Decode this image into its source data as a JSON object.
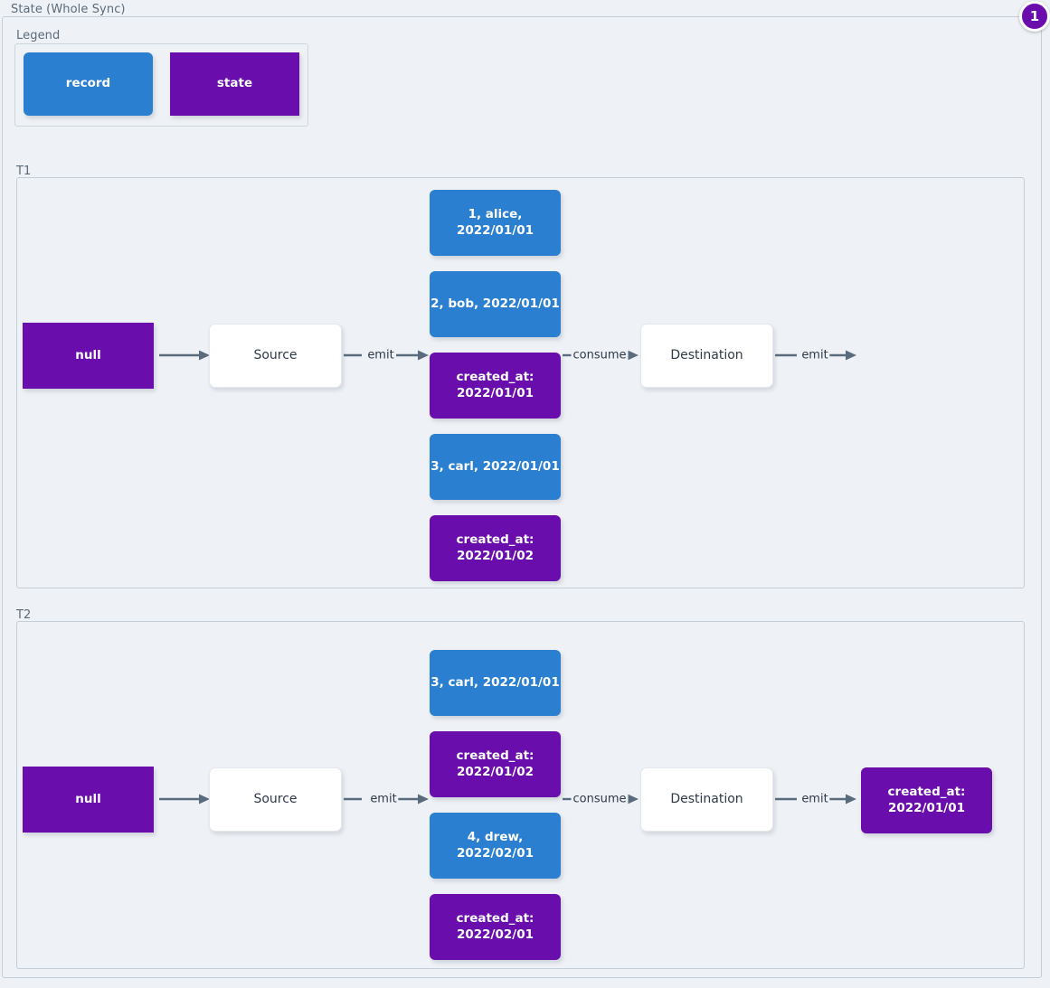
{
  "diagram": {
    "title": "State (Whole Sync)",
    "badge": "1",
    "colors": {
      "record": "#2a7fd0",
      "state": "#6a0dad",
      "process": "#ffffff",
      "edge": "#5a6b7d",
      "background": "#eef1f5",
      "border": "#c3ced9"
    }
  },
  "legend": {
    "label": "Legend",
    "items": [
      {
        "name": "record",
        "label": "record",
        "color": "#2a7fd0"
      },
      {
        "name": "state",
        "label": "state",
        "color": "#6a0dad"
      }
    ]
  },
  "sections": [
    {
      "id": "T1",
      "label": "T1",
      "nodes": {
        "initial_state": "null",
        "source": "Source",
        "destination": "Destination",
        "final_state": ""
      },
      "edges": {
        "state_to_source": "",
        "source_to_messages": "emit",
        "messages_to_destination": "consume",
        "destination_to_final": "emit"
      },
      "messages": [
        {
          "type": "record",
          "text": "1, alice, 2022/01/01"
        },
        {
          "type": "record",
          "text": "2, bob, 2022/01/01"
        },
        {
          "type": "state",
          "text": "created_at:\n2022/01/01"
        },
        {
          "type": "record",
          "text": "3, carl, 2022/01/01"
        },
        {
          "type": "state",
          "text": "created_at:\n2022/01/02"
        }
      ]
    },
    {
      "id": "T2",
      "label": "T2",
      "nodes": {
        "initial_state": "null",
        "source": "Source",
        "destination": "Destination",
        "final_state": "created_at:\n2022/01/01"
      },
      "edges": {
        "state_to_source": "",
        "source_to_messages": "emit",
        "messages_to_destination": "consume",
        "destination_to_final": "emit"
      },
      "messages": [
        {
          "type": "record",
          "text": "3, carl, 2022/01/01"
        },
        {
          "type": "state",
          "text": "created_at:\n2022/01/02"
        },
        {
          "type": "record",
          "text": "4, drew, 2022/02/01"
        },
        {
          "type": "state",
          "text": "created_at:\n2022/02/01"
        }
      ]
    }
  ]
}
